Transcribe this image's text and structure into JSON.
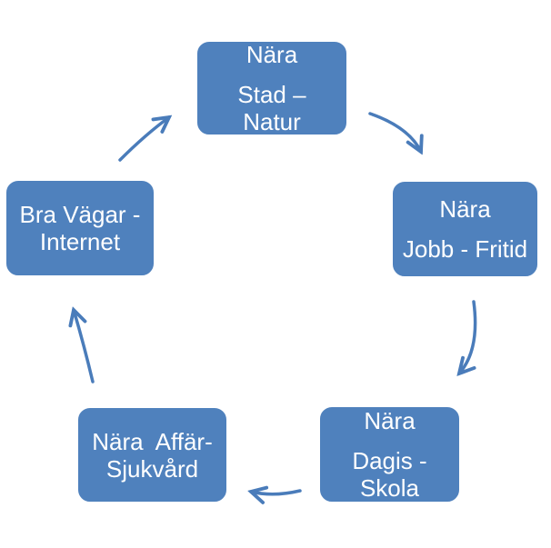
{
  "diagram": {
    "colors": {
      "background": "#ffffff",
      "box_fill": "#4f81bd",
      "box_border": "#ffffff",
      "text": "#ffffff",
      "arrow": "#4a7cba"
    },
    "nodes": [
      {
        "id": "top",
        "lines": [
          "Nära",
          "Stad –",
          "Natur"
        ]
      },
      {
        "id": "right",
        "lines": [
          "Nära",
          "Jobb - Fritid"
        ]
      },
      {
        "id": "bottom_right",
        "lines": [
          "Nära",
          "Dagis -",
          "Skola"
        ]
      },
      {
        "id": "bottom_left",
        "lines": [
          "Nära  Affär-",
          "Sjukvård"
        ]
      },
      {
        "id": "left",
        "lines": [
          "Bra Vägar -",
          "Internet"
        ]
      }
    ],
    "arrows": [
      {
        "from": "top",
        "to": "right"
      },
      {
        "from": "right",
        "to": "bottom_right"
      },
      {
        "from": "bottom_right",
        "to": "bottom_left"
      },
      {
        "from": "bottom_left",
        "to": "left"
      },
      {
        "from": "left",
        "to": "top"
      }
    ]
  }
}
